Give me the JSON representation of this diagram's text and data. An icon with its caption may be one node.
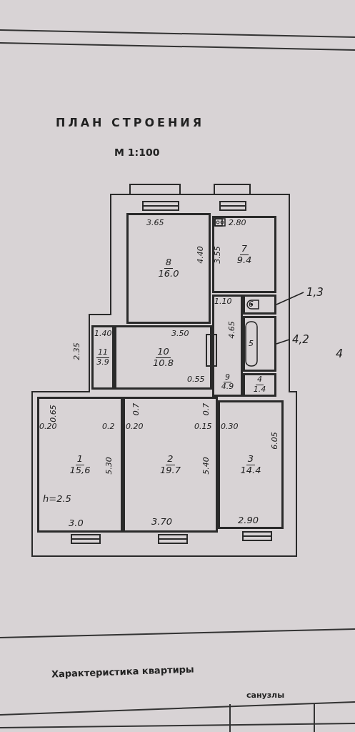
{
  "diagram": {
    "title": "ПЛАН СТРОЕНИЯ",
    "nodes": [
      {
        "text": [
          "8",
          "16.0"
        ]
      },
      {
        "text": [
          "7",
          "9.4"
        ]
      },
      {
        "text": [
          "6"
        ]
      },
      {
        "text": [
          "5"
        ]
      },
      {
        "text": [
          "11",
          "3.9"
        ]
      },
      {
        "text": [
          "10",
          "10.8"
        ]
      },
      {
        "text": [
          "9",
          "4.9"
        ]
      },
      {
        "text": [
          "4",
          "1.4"
        ]
      },
      {
        "text": [
          "1",
          "15,6"
        ]
      },
      {
        "text": [
          "2",
          "19.7"
        ]
      },
      {
        "text": [
          "3",
          "14.4"
        ]
      },
      {
        "text": [
          "1,3"
        ]
      },
      {
        "text": [
          "4,2"
        ]
      }
    ],
    "edges": [
      {
        "from": 11,
        "to": 2,
        "arrow": "none"
      },
      {
        "from": 12,
        "to": 3,
        "arrow": "none"
      }
    ],
    "labels": [
      "М 1:100",
      "3.65",
      "2.80",
      "4.40",
      "3.55",
      "1.10",
      "4.65",
      "1.40",
      "3.50",
      "2.35",
      "0.55",
      "0.65",
      "0.20",
      "0.2",
      "0.20",
      "0.7",
      "0.7",
      "0.15",
      "0.30",
      "5.30",
      "5.40",
      "6.05",
      "h=2.5",
      "3.0",
      "3.70",
      "2.90",
      "4",
      "Характеристика квартиры",
      "санузлы"
    ]
  }
}
